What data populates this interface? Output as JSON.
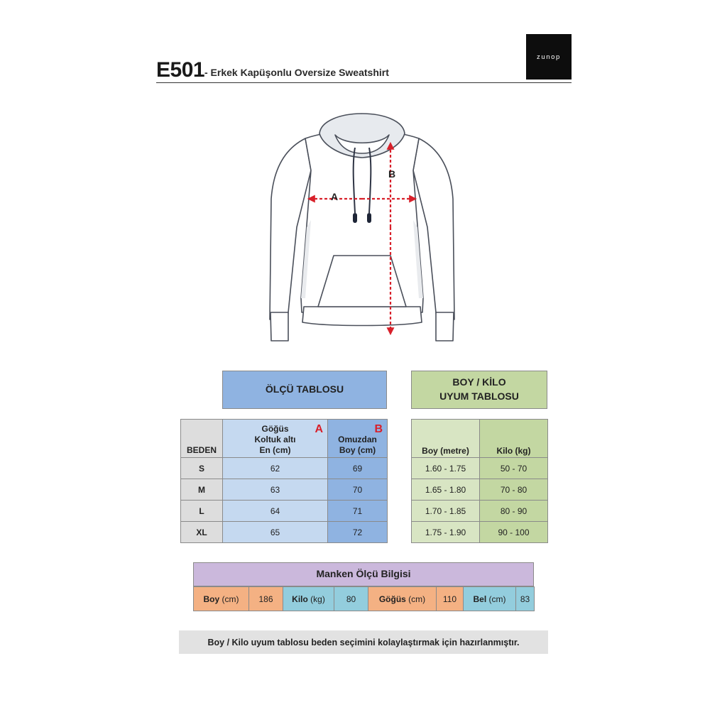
{
  "header": {
    "code": "E501",
    "subtitle": "- Erkek Kapüşonlu Oversize Sweatshirt",
    "logo": "zunop"
  },
  "illustration": {
    "icon": "hoodie-illustration",
    "label_a": "A",
    "label_b": "B",
    "arrow_color": "#d8202a"
  },
  "size_table": {
    "title": "ÖLÇÜ TABLOSU",
    "headers": {
      "beden": "BEDEN",
      "gogus_line1": "Göğüs",
      "gogus_line2": "Koltuk altı",
      "gogus_line3": "En (cm)",
      "omuz_line1": "Omuzdan",
      "omuz_line2": "Boy (cm)",
      "marker_a": "A",
      "marker_b": "B"
    },
    "rows": [
      {
        "size": "S",
        "gogus": "62",
        "omuz": "69"
      },
      {
        "size": "M",
        "gogus": "63",
        "omuz": "70"
      },
      {
        "size": "L",
        "gogus": "64",
        "omuz": "71"
      },
      {
        "size": "XL",
        "gogus": "65",
        "omuz": "72"
      }
    ]
  },
  "fit_table": {
    "title_line1": "BOY / KİLO",
    "title_line2": "UYUM TABLOSU",
    "headers": {
      "boy": "Boy (metre)",
      "kilo": "Kilo (kg)"
    },
    "rows": [
      {
        "boy": "1.60 - 1.75",
        "kilo": "50 - 70"
      },
      {
        "boy": "1.65 - 1.80",
        "kilo": "70 - 80"
      },
      {
        "boy": "1.70 - 1.85",
        "kilo": "80 - 90"
      },
      {
        "boy": "1.75 - 1.90",
        "kilo": "90 - 100"
      }
    ]
  },
  "manken": {
    "title": "Manken Ölçü Bilgisi",
    "items": [
      {
        "label_bold": "Boy",
        "unit": "(cm)",
        "value": "186"
      },
      {
        "label_bold": "Kilo",
        "unit": "(kg)",
        "value": "80"
      },
      {
        "label_bold": "Göğüs",
        "unit": "(cm)",
        "value": "110"
      },
      {
        "label_bold": "Bel",
        "unit": "(cm)",
        "value": "83"
      }
    ]
  },
  "note": "Boy / Kilo uyum tablosu beden seçimini kolaylaştırmak için hazırlanmıştır.",
  "colors": {
    "blue_header": "#8fb3e1",
    "blue_light": "#c5d9f0",
    "green_header": "#c3d7a2",
    "green_light": "#d8e5c3",
    "purple": "#cbb8dc",
    "orange": "#f4b183",
    "teal": "#93cddd",
    "gray": "#dddddd"
  }
}
